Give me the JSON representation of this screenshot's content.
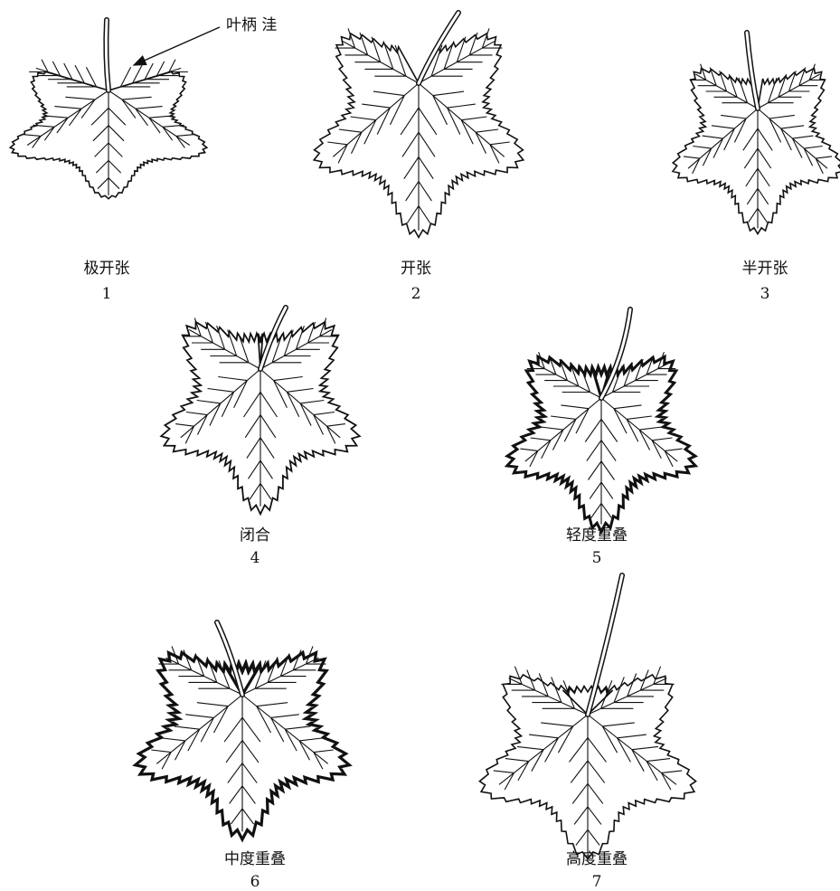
{
  "callout": {
    "text": "叶柄 洼"
  },
  "leaves": [
    {
      "id": 1,
      "label": "极开张",
      "number": "1"
    },
    {
      "id": 2,
      "label": "开张",
      "number": "2"
    },
    {
      "id": 3,
      "label": "半开张",
      "number": "3"
    },
    {
      "id": 4,
      "label": "闭合",
      "number": "4"
    },
    {
      "id": 5,
      "label": "轻度重叠",
      "number": "5"
    },
    {
      "id": 6,
      "label": "中度重叠",
      "number": "6"
    },
    {
      "id": 7,
      "label": "高度重叠",
      "number": "7"
    }
  ]
}
